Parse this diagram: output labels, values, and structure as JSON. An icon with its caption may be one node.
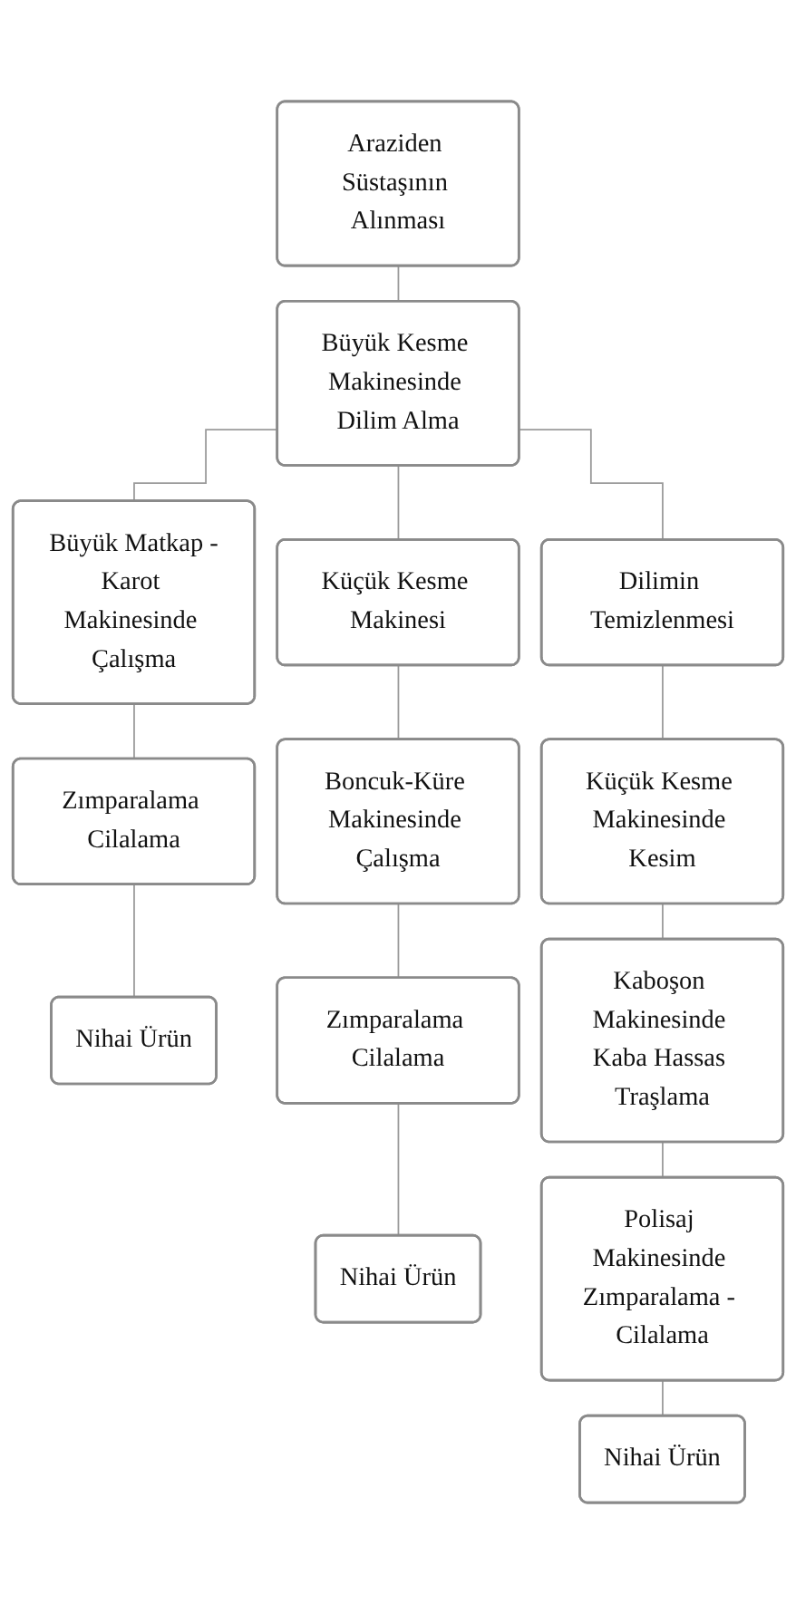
{
  "diagram": {
    "nodes": [
      {
        "text": [
          "Araziden Süstaşının Alınması"
        ]
      },
      {
        "text": [
          "Büyük Kesme Makinesinde Dilim Alma"
        ]
      },
      {
        "text": [
          "Büyük Matkap -Karot Makinesinde Çalışma"
        ]
      },
      {
        "text": [
          "Küçük Kesme Makinesi"
        ]
      },
      {
        "text": [
          "Dilimin Temizlenmesi"
        ]
      },
      {
        "text": [
          "Zımparalama Cilalama"
        ]
      },
      {
        "text": [
          "Boncuk-Küre Makinesinde Çalışma"
        ]
      },
      {
        "text": [
          "Küçük Kesme Makinesinde Kesim"
        ]
      },
      {
        "text": [
          "Nihai Ürün"
        ]
      },
      {
        "text": [
          "Zımparalama Cilalama"
        ]
      },
      {
        "text": [
          "Kaboşon Makinesinde Kaba Hassas Traşlama"
        ]
      },
      {
        "text": [
          "Nihai Ürün"
        ]
      },
      {
        "text": [
          "Polisaj Makinesinde Zımparalama - Cilalama"
        ]
      },
      {
        "text": [
          "Nihai Ürün"
        ]
      }
    ],
    "edges": [
      {
        "from": 0,
        "to": 1,
        "arrow": "none"
      },
      {
        "from": 1,
        "to": 2,
        "arrow": "none"
      },
      {
        "from": 1,
        "to": 3,
        "arrow": "none"
      },
      {
        "from": 1,
        "to": 4,
        "arrow": "none"
      },
      {
        "from": 2,
        "to": 5,
        "arrow": "none"
      },
      {
        "from": 3,
        "to": 6,
        "arrow": "none"
      },
      {
        "from": 4,
        "to": 7,
        "arrow": "none"
      },
      {
        "from": 5,
        "to": 8,
        "arrow": "none"
      },
      {
        "from": 6,
        "to": 9,
        "arrow": "none"
      },
      {
        "from": 7,
        "to": 10,
        "arrow": "none"
      },
      {
        "from": 9,
        "to": 11,
        "arrow": "none"
      },
      {
        "from": 10,
        "to": 12,
        "arrow": "none"
      },
      {
        "from": 12,
        "to": 13,
        "arrow": "none"
      }
    ]
  }
}
